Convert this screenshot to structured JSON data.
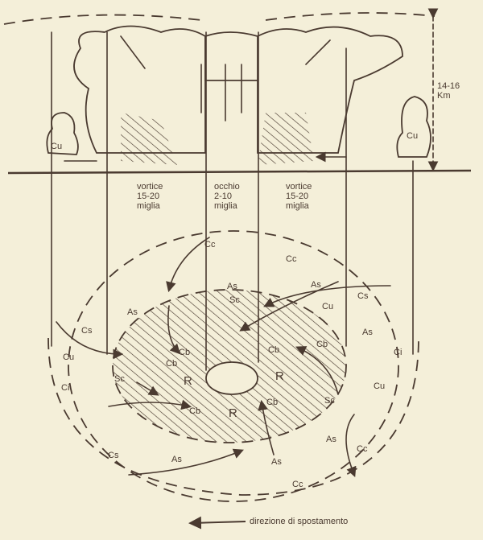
{
  "section_view": {
    "height_label": [
      "14-16",
      "Km"
    ],
    "small_clouds": [
      "Cu",
      "Cu"
    ],
    "columns": [
      {
        "name": "vortice",
        "size": "15-20",
        "unit": "miglia"
      },
      {
        "name": "occhio",
        "size": "2-10",
        "unit": "miglia"
      },
      {
        "name": "vortice",
        "size": "15-20",
        "unit": "miglia"
      }
    ]
  },
  "plan_view": {
    "labels": [
      "Cc",
      "Cc",
      "As",
      "As",
      "Sc",
      "Cu",
      "Cs",
      "As",
      "Cs",
      "As",
      "Ci",
      "Cu",
      "Cb",
      "Cb",
      "Cb",
      "Sc",
      "Ci",
      "Cb",
      "R",
      "R",
      "R",
      "Cb",
      "Cb",
      "Sc",
      "Cu",
      "As",
      "Cc",
      "Cs",
      "As",
      "As",
      "Cc"
    ]
  },
  "legend": {
    "label": "direzione di spostamento"
  },
  "colors": {
    "ink": "#4a3a30",
    "paper": "#f4efd9"
  }
}
